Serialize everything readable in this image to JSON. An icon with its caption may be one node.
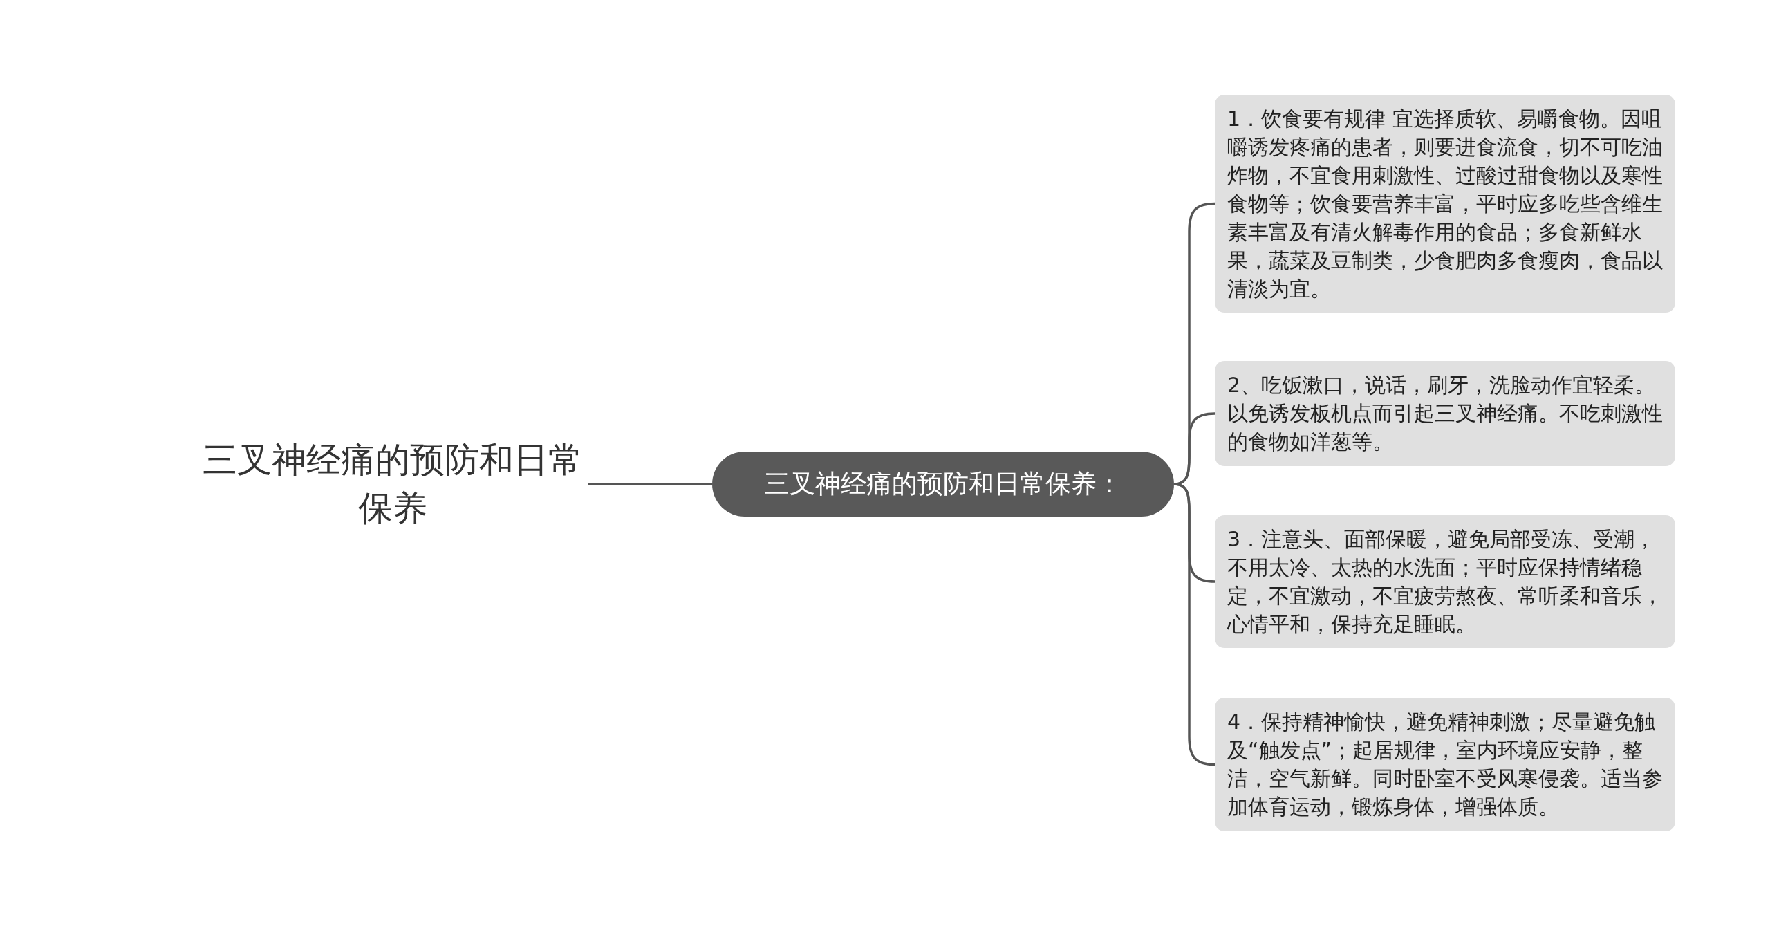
{
  "diagram": {
    "nodes": [
      {
        "text": [
          "三叉神经痛的预防和日常保养"
        ]
      },
      {
        "text": [
          "三叉神经痛的预防和日常保养："
        ]
      },
      {
        "text": [
          "1．饮食要有规律 宜选择质软、易嚼食物。因咀嚼诱发疼痛的患者，则要进食流食，切不可吃油炸物，不宜食用刺激性、过酸过甜食物以及寒性食物等；饮食要营养丰富，平时应多吃些含维生素丰富及有清火解毒作用的食品；多食新鲜水果，蔬菜及豆制类，少食肥肉多食瘦肉，食品以清淡为宜。"
        ]
      },
      {
        "text": [
          "2、吃饭漱口，说话，刷牙，洗脸动作宜轻柔。以免诱发板机点而引起三叉神经痛。不吃刺激性的食物如洋葱等。"
        ]
      },
      {
        "text": [
          "3．注意头、面部保暖，避免局部受冻、受潮，不用太冷、太热的水洗面；平时应保持情绪稳定，不宜激动，不宜疲劳熬夜、常听柔和音乐，心情平和，保持充足睡眠。"
        ]
      },
      {
        "text": [
          "4．保持精神愉快，避免精神刺激；尽量避免触及“触发点”；起居规律，室内环境应安静，整洁，空气新鲜。同时卧室不受风寒侵袭。适当参加体育运动，锻炼身体，增强体质。"
        ]
      }
    ],
    "edges": [
      {
        "from": 0,
        "to": 1,
        "arrow": "none"
      },
      {
        "from": 1,
        "to": 2,
        "arrow": "none"
      },
      {
        "from": 1,
        "to": 3,
        "arrow": "none"
      },
      {
        "from": 1,
        "to": 4,
        "arrow": "none"
      },
      {
        "from": 1,
        "to": 5,
        "arrow": "none"
      }
    ]
  }
}
